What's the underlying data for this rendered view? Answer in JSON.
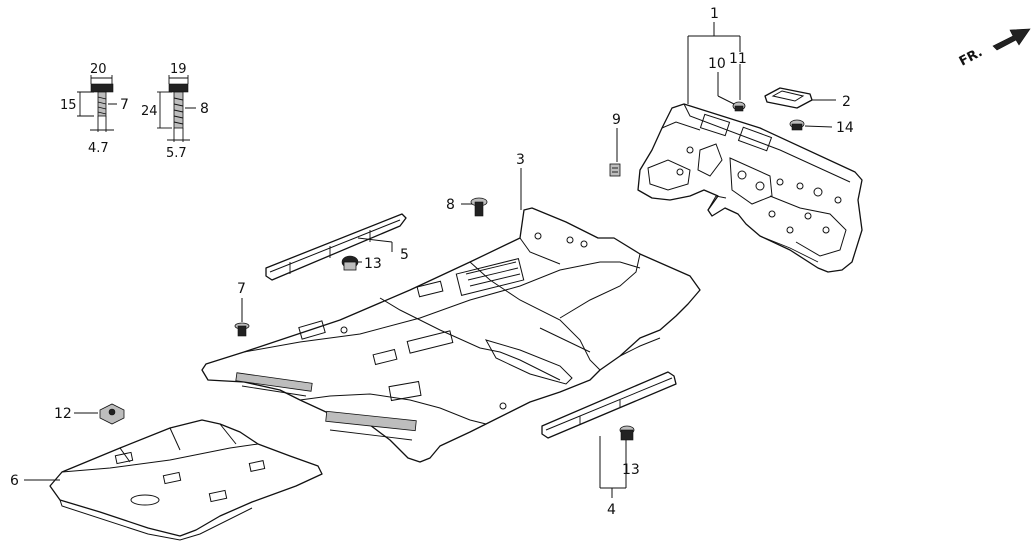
{
  "callouts": {
    "c1": "1",
    "c2": "2",
    "c3": "3",
    "c4": "4",
    "c5": "5",
    "c6": "6",
    "c7": "7",
    "c8": "8",
    "c9": "9",
    "c10": "10",
    "c11": "11",
    "c12": "12",
    "c13a": "13",
    "c13b": "13",
    "c14": "14",
    "c7_detail": "7",
    "c8_detail": "8"
  },
  "detail_dims": {
    "clip7_head": "20",
    "clip7_length": "15",
    "clip7_dia": "4.7",
    "clip8_head": "19",
    "clip8_length": "24",
    "clip8_dia": "5.7"
  },
  "front_arrow": "FR."
}
